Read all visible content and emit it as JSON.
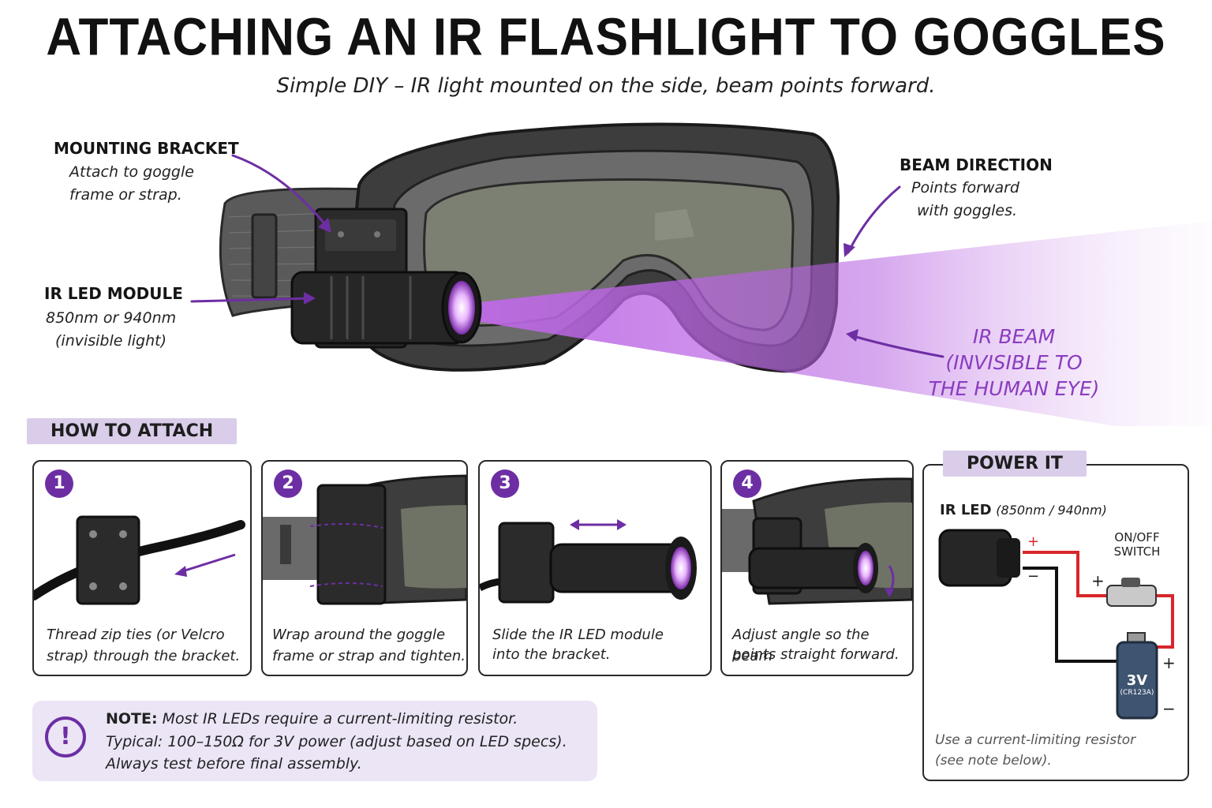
{
  "title": "ATTACHING AN IR FLASHLIGHT TO GOGGLES",
  "subtitle": "Simple DIY – IR light mounted on the side, beam points forward.",
  "callouts": {
    "bracket": {
      "title": "MOUNTING BRACKET",
      "line1": "Attach to goggle",
      "line2": "frame or strap."
    },
    "led": {
      "title": "IR LED MODULE",
      "line1": "850nm or 940nm",
      "line2": "(invisible light)"
    },
    "beam_dir": {
      "title": "BEAM DIRECTION",
      "line1": "Points forward",
      "line2": "with goggles."
    },
    "ir_beam": {
      "line1": "IR BEAM",
      "line2": "(INVISIBLE TO",
      "line3": "THE HUMAN EYE)"
    }
  },
  "how_to": {
    "heading": "HOW TO ATTACH",
    "steps": [
      {
        "num": "1",
        "line1": "Thread zip ties (or Velcro",
        "line2": "strap) through the bracket."
      },
      {
        "num": "2",
        "line1": "Wrap around the goggle",
        "line2": "frame or strap and tighten."
      },
      {
        "num": "3",
        "line1": "Slide the IR LED module",
        "line2": "into the bracket."
      },
      {
        "num": "4",
        "line1": "Adjust angle so the beam",
        "line2": "points straight forward."
      }
    ]
  },
  "power": {
    "heading": "POWER IT",
    "led_label": "IR LED",
    "led_spec": "(850nm / 940nm)",
    "switch_line1": "ON/OFF",
    "switch_line2": "SWITCH",
    "plus": "+",
    "minus": "−",
    "battery_voltage": "3V",
    "battery_type": "(CR123A)",
    "caption_line1": "Use a current-limiting resistor",
    "caption_line2": "(see note below)."
  },
  "note": {
    "label": "NOTE:",
    "line1_rest": "Most IR LEDs require a current-limiting resistor.",
    "line2": "Typical: 100–150Ω for 3V power (adjust based on LED specs).",
    "line3": "Always test before final assembly.",
    "icon": "!"
  },
  "colors": {
    "accent": "#6d2ea3",
    "beam": "#b45fe0",
    "tag_bg": "#d9cdea",
    "note_bg": "#ebe5f6",
    "wire_red": "#d9262b"
  }
}
